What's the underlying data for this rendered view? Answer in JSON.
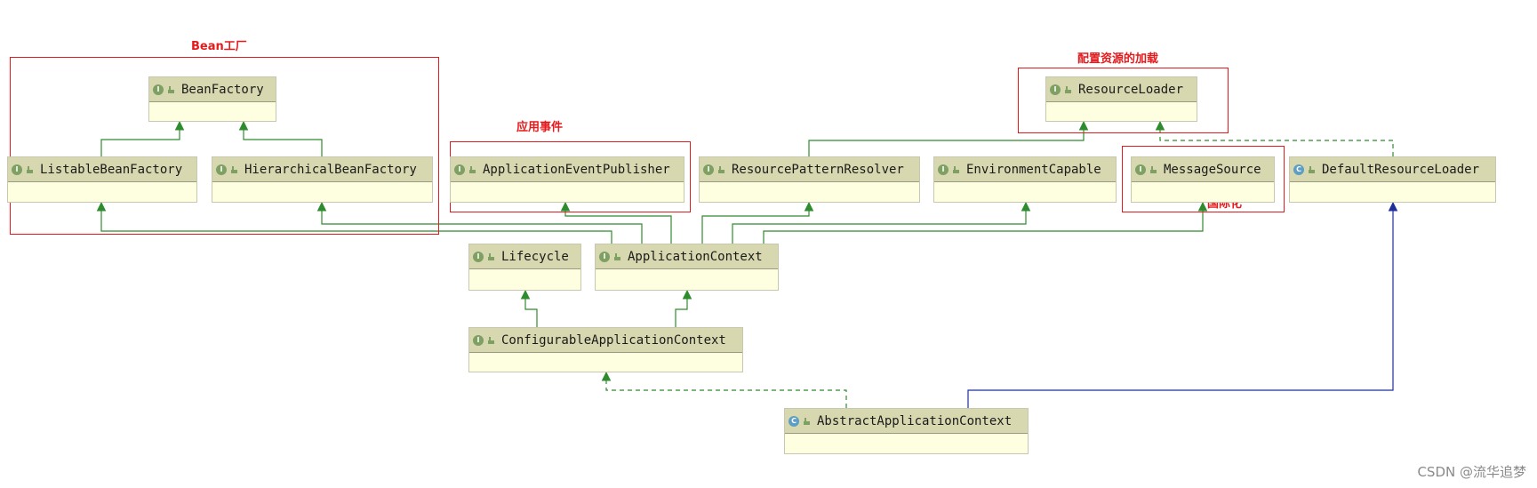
{
  "colors": {
    "extends": "#2e8b2e",
    "implements_dashed": "#2e8b2e",
    "extends_class": "#1f2f9a",
    "group_box": "#e41a1c"
  },
  "groups": {
    "bean_factory": "Bean工厂",
    "event": "应用事件",
    "resource_loading": "配置资源的加载",
    "i18n": "国际化"
  },
  "nodes": {
    "bean_factory": {
      "name": "BeanFactory",
      "kind": "interface",
      "icon": "I"
    },
    "listable_bean_factory": {
      "name": "ListableBeanFactory",
      "kind": "interface",
      "icon": "I"
    },
    "hierarchical_bean_factory": {
      "name": "HierarchicalBeanFactory",
      "kind": "interface",
      "icon": "I"
    },
    "application_event_publisher": {
      "name": "ApplicationEventPublisher",
      "kind": "interface",
      "icon": "I"
    },
    "resource_pattern_resolver": {
      "name": "ResourcePatternResolver",
      "kind": "interface",
      "icon": "I"
    },
    "environment_capable": {
      "name": "EnvironmentCapable",
      "kind": "interface",
      "icon": "I"
    },
    "message_source": {
      "name": "MessageSource",
      "kind": "interface",
      "icon": "I"
    },
    "default_resource_loader": {
      "name": "DefaultResourceLoader",
      "kind": "class",
      "icon": "C"
    },
    "resource_loader": {
      "name": "ResourceLoader",
      "kind": "interface",
      "icon": "I"
    },
    "lifecycle": {
      "name": "Lifecycle",
      "kind": "interface",
      "icon": "I"
    },
    "application_context": {
      "name": "ApplicationContext",
      "kind": "interface",
      "icon": "I"
    },
    "configurable_application_context": {
      "name": "ConfigurableApplicationContext",
      "kind": "interface",
      "icon": "I"
    },
    "abstract_application_context": {
      "name": "AbstractApplicationContext",
      "kind": "class",
      "icon": "C"
    }
  },
  "relations": [
    {
      "from": "listable_bean_factory",
      "to": "bean_factory",
      "type": "extends"
    },
    {
      "from": "hierarchical_bean_factory",
      "to": "bean_factory",
      "type": "extends"
    },
    {
      "from": "application_context",
      "to": "listable_bean_factory",
      "type": "extends"
    },
    {
      "from": "application_context",
      "to": "hierarchical_bean_factory",
      "type": "extends"
    },
    {
      "from": "application_context",
      "to": "application_event_publisher",
      "type": "extends"
    },
    {
      "from": "application_context",
      "to": "resource_pattern_resolver",
      "type": "extends"
    },
    {
      "from": "application_context",
      "to": "environment_capable",
      "type": "extends"
    },
    {
      "from": "application_context",
      "to": "message_source",
      "type": "extends"
    },
    {
      "from": "resource_pattern_resolver",
      "to": "resource_loader",
      "type": "extends"
    },
    {
      "from": "default_resource_loader",
      "to": "resource_loader",
      "type": "implements"
    },
    {
      "from": "configurable_application_context",
      "to": "lifecycle",
      "type": "extends"
    },
    {
      "from": "configurable_application_context",
      "to": "application_context",
      "type": "extends"
    },
    {
      "from": "abstract_application_context",
      "to": "configurable_application_context",
      "type": "implements"
    },
    {
      "from": "abstract_application_context",
      "to": "default_resource_loader",
      "type": "extends"
    }
  ],
  "watermark": "CSDN @流华追梦"
}
